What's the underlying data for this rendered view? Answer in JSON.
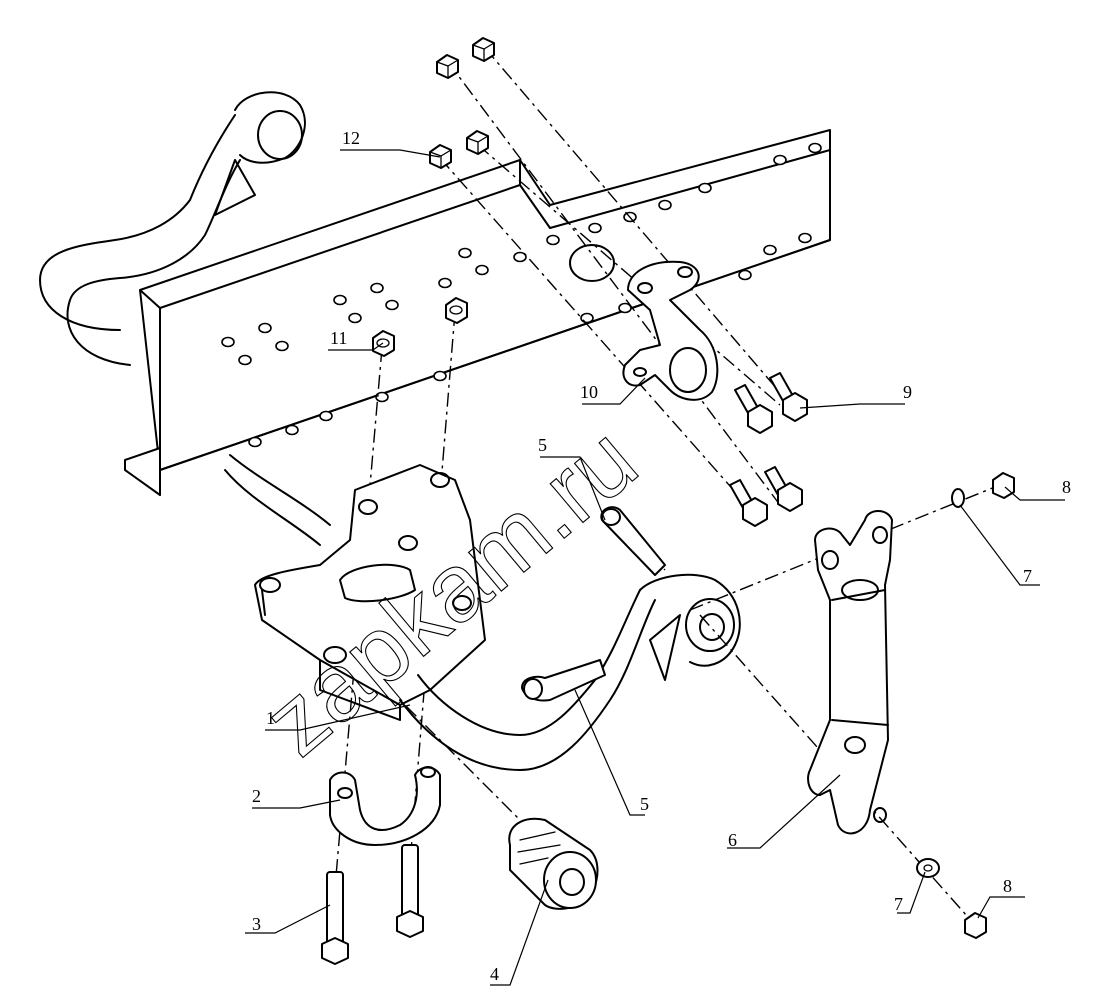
{
  "watermark": "zapkam.ru",
  "callouts": [
    {
      "id": "c1",
      "label": "1"
    },
    {
      "id": "c2",
      "label": "2"
    },
    {
      "id": "c3",
      "label": "3"
    },
    {
      "id": "c4",
      "label": "4"
    },
    {
      "id": "c5a",
      "label": "5"
    },
    {
      "id": "c5b",
      "label": "5"
    },
    {
      "id": "c6",
      "label": "6"
    },
    {
      "id": "c7a",
      "label": "7"
    },
    {
      "id": "c7b",
      "label": "7"
    },
    {
      "id": "c8a",
      "label": "8"
    },
    {
      "id": "c8b",
      "label": "8"
    },
    {
      "id": "c9",
      "label": "9"
    },
    {
      "id": "c10",
      "label": "10"
    },
    {
      "id": "c11",
      "label": "11"
    },
    {
      "id": "c12",
      "label": "12"
    }
  ]
}
